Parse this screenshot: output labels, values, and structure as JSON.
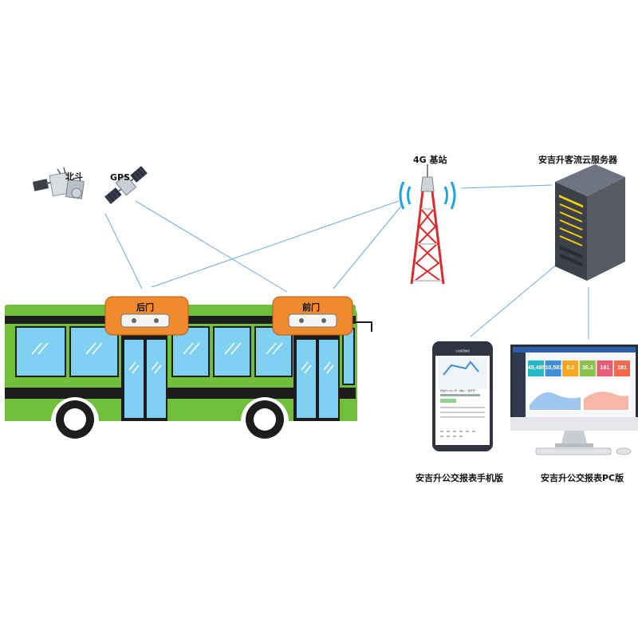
{
  "satellites": {
    "beidou_label": "北斗",
    "gps_label": "GPS"
  },
  "tower": {
    "label": "4G 基站"
  },
  "server": {
    "label": "安吉升客流云服务器"
  },
  "bus": {
    "rear_door_label": "后门",
    "front_door_label": "前门",
    "body_color": "#6fbf3a",
    "window_color": "#7fd0f2",
    "counter_panel_color": "#f08a2e"
  },
  "phone": {
    "label": "安吉升公交报表手机版",
    "title_text": "公交客流报表",
    "route_text": "安吉升公交公司（0路公一段开开）"
  },
  "pc": {
    "label": "安吉升公交报表PC版",
    "stats": [
      "45,495",
      "10,583",
      "0.2",
      "36.3",
      "161",
      "181"
    ],
    "stat_colors": [
      "#23b8c8",
      "#3d8fd8",
      "#f5a623",
      "#8bc34a",
      "#e85d75",
      "#f06a4b"
    ]
  },
  "link_color": "#6fa8dc"
}
